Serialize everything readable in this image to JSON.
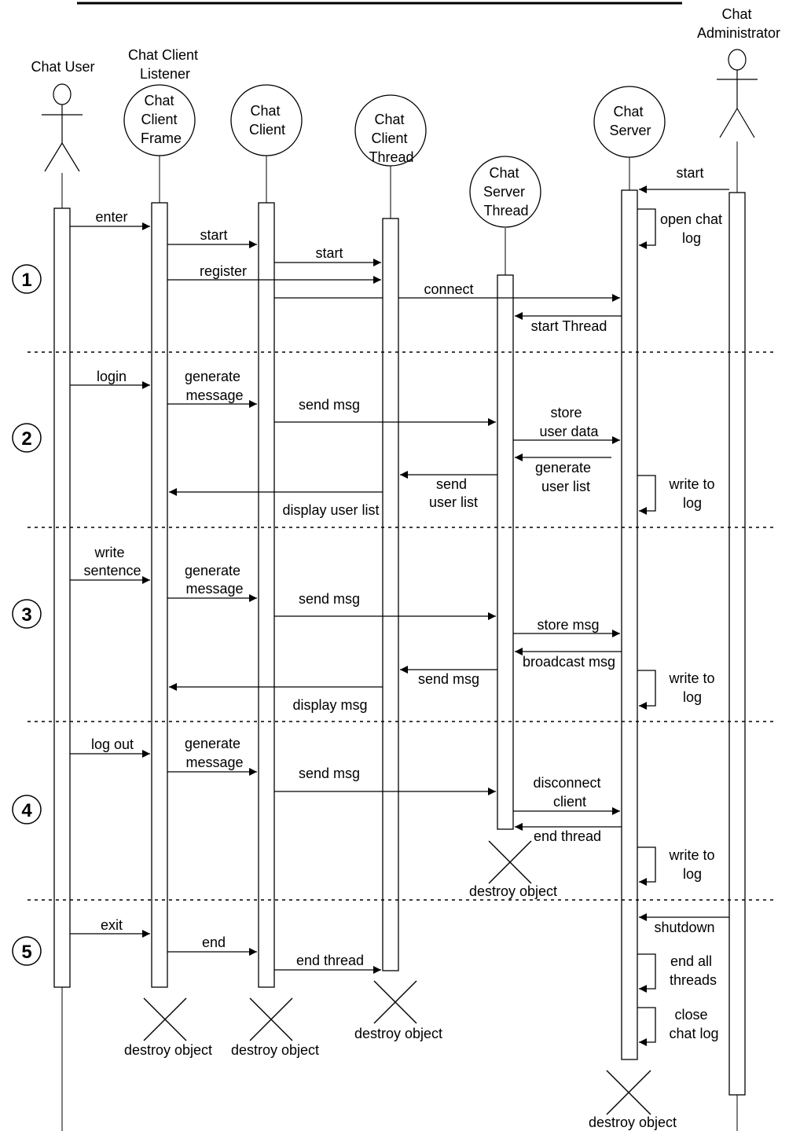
{
  "title_text": "",
  "lifelines": {
    "chat_user": "Chat User",
    "listener_top": [
      "Chat Client",
      "Listener"
    ],
    "frame": [
      "Chat",
      "Client",
      "Frame"
    ],
    "client": [
      "Chat",
      "Client"
    ],
    "client_thread": [
      "Chat",
      "Client",
      "Thread"
    ],
    "server_thread": [
      "Chat",
      "Server",
      "Thread"
    ],
    "server": [
      "Chat",
      "Server"
    ],
    "admin": [
      "Chat",
      "Administrator"
    ]
  },
  "sections": [
    "1",
    "2",
    "3",
    "4",
    "5"
  ],
  "messages": {
    "enter": [
      "enter"
    ],
    "start_client": [
      "start"
    ],
    "start_thread": [
      "start"
    ],
    "register": [
      "register"
    ],
    "connect": [
      "connect"
    ],
    "start_server_thread": [
      "start Thread"
    ],
    "admin_start": [
      "start"
    ],
    "open_chat_log": [
      "open chat",
      "log"
    ],
    "login": [
      "login"
    ],
    "generate_message_2": [
      "generate",
      "message"
    ],
    "send_msg_2": [
      "send msg"
    ],
    "store_user_data": [
      "store",
      "user data"
    ],
    "generate_user_list": [
      "generate",
      "user list"
    ],
    "send_user_list": [
      "send",
      "user list"
    ],
    "display_user_list": [
      "display user list"
    ],
    "write_to_log_2": [
      "write to",
      "log"
    ],
    "write_sentence": [
      "write",
      "sentence"
    ],
    "generate_message_3": [
      "generate",
      "message"
    ],
    "send_msg_3": [
      "send msg"
    ],
    "store_msg": [
      "store msg"
    ],
    "broadcast_msg": [
      "broadcast msg"
    ],
    "send_msg_3b": [
      "send msg"
    ],
    "display_msg": [
      "display msg"
    ],
    "write_to_log_3": [
      "write to",
      "log"
    ],
    "log_out": [
      "log out"
    ],
    "generate_message_4": [
      "generate",
      "message"
    ],
    "send_msg_4": [
      "send msg"
    ],
    "disconnect_client": [
      "disconnect",
      "client"
    ],
    "end_thread_4": [
      "end thread"
    ],
    "write_to_log_4": [
      "write to",
      "log"
    ],
    "exit": [
      "exit"
    ],
    "end": [
      "end"
    ],
    "end_thread_5": [
      "end thread"
    ],
    "shutdown": [
      "shutdown"
    ],
    "end_all_threads": [
      "end all",
      "threads"
    ],
    "close_chat_log": [
      "close",
      "chat log"
    ]
  },
  "destroy_label": "destroy object"
}
